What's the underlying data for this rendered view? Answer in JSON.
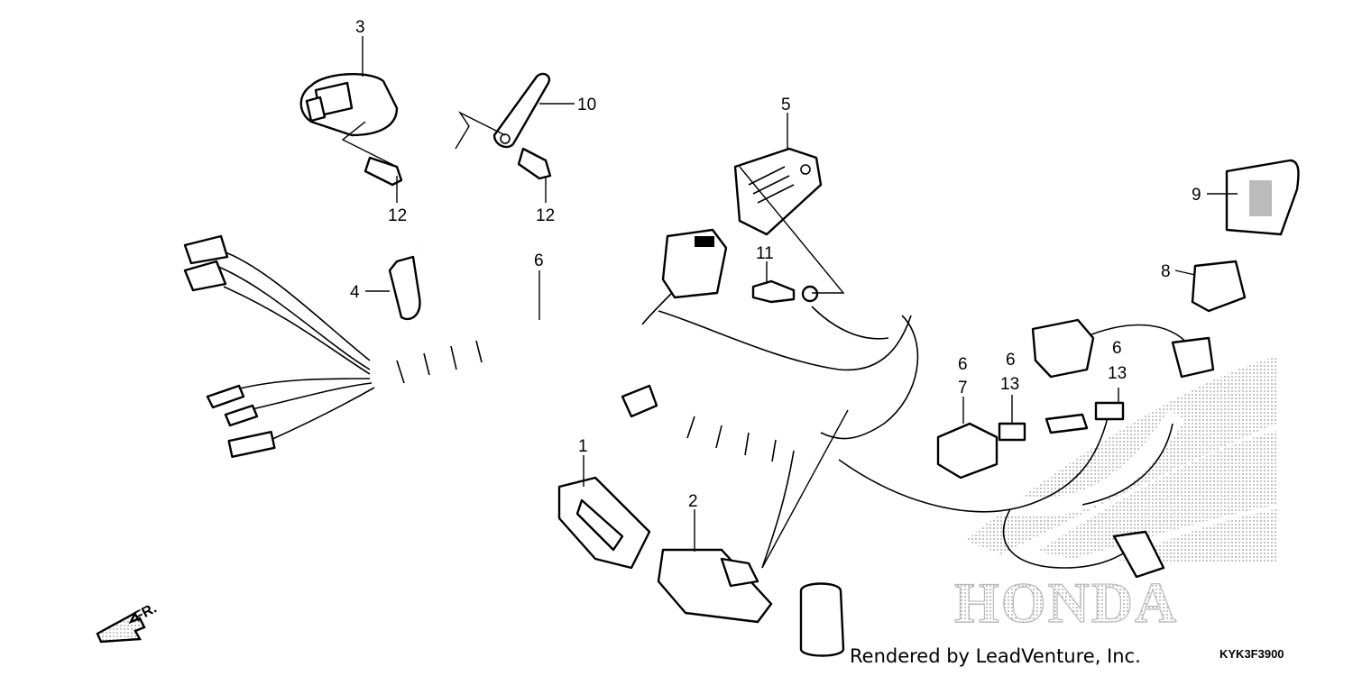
{
  "diagram": {
    "callouts": {
      "c1": "1",
      "c2": "2",
      "c3": "3",
      "c4": "4",
      "c5": "5",
      "c6a": "6",
      "c6b": "6",
      "c6c": "6",
      "c6d": "6",
      "c7": "7",
      "c8": "8",
      "c9": "9",
      "c10": "10",
      "c11": "11",
      "c12a": "12",
      "c12b": "12",
      "c13a": "13",
      "c13b": "13"
    },
    "direction_label": "FR.",
    "watermark": "HONDA",
    "credit": "Rendered by LeadVenture, Inc.",
    "diagram_code": "KYK3F3900"
  }
}
